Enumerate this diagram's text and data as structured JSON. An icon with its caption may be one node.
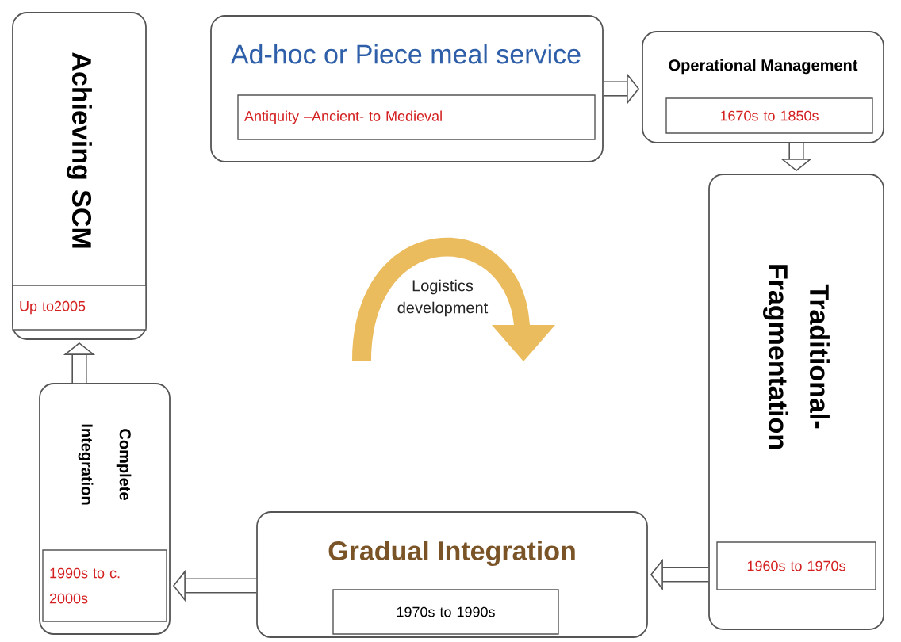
{
  "diagram": {
    "nodes": [
      {
        "text": [
          "Ad-hoc or Piece meal service"
        ]
      },
      {
        "text": [
          "Antiquity –Ancient- to Medieval"
        ],
        "in": 0
      },
      {
        "text": [
          "Operational Management"
        ]
      },
      {
        "text": [
          "1670s to 1850s"
        ],
        "in": 2
      },
      {
        "text": [
          "Traditional- Fragmentation"
        ]
      },
      {
        "text": [
          "1960s to 1970s"
        ],
        "in": 4
      },
      {
        "text": [
          "Gradual Integration"
        ]
      },
      {
        "text": [
          "1970s to 1990s"
        ],
        "in": 6
      },
      {
        "text": [
          "Complete Integration"
        ]
      },
      {
        "text": [
          "1990s to c. 2000s"
        ],
        "in": 8
      },
      {
        "text": [
          "Achieving SCM"
        ]
      },
      {
        "text": [
          "Up to2005"
        ],
        "in": 10
      }
    ],
    "edges": [
      {
        "from": 0,
        "to": 2,
        "arrow": "to"
      },
      {
        "from": 2,
        "to": 4,
        "arrow": "to"
      },
      {
        "from": 4,
        "to": 6,
        "arrow": "to"
      },
      {
        "from": 6,
        "to": 8,
        "arrow": "to"
      },
      {
        "from": 8,
        "to": 10,
        "arrow": "to"
      }
    ],
    "labels": [
      "Logistics development"
    ]
  }
}
